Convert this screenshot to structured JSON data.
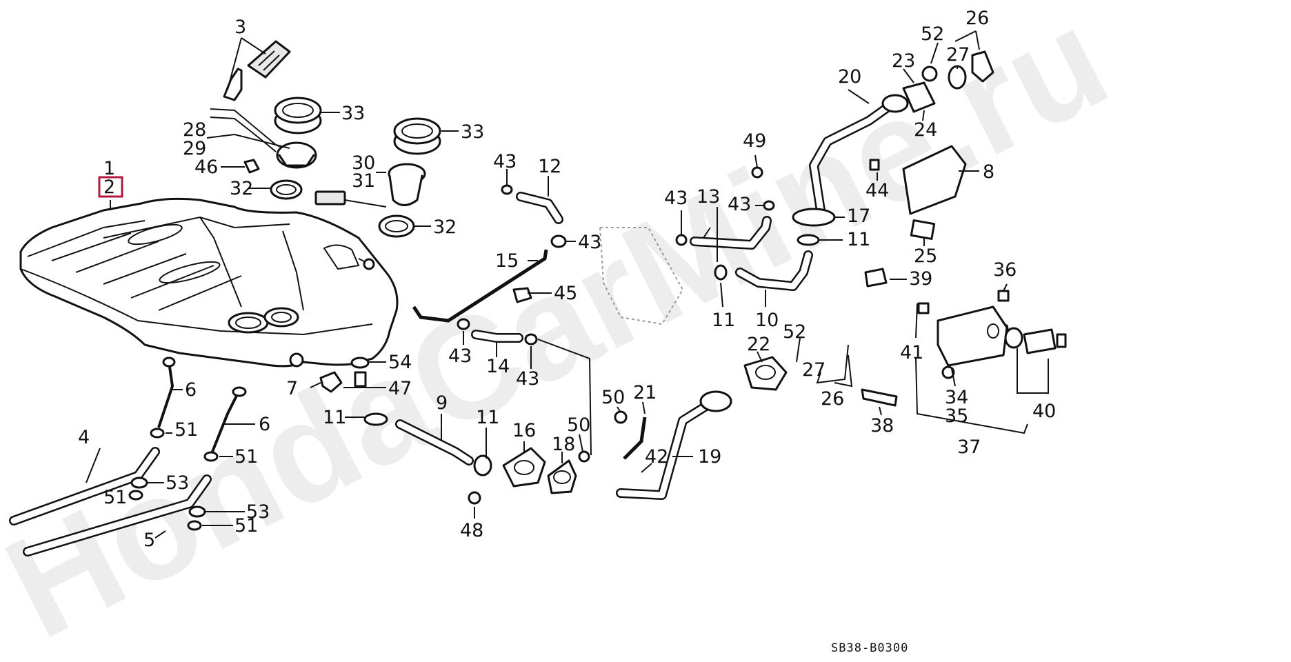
{
  "diagram": {
    "watermark": "HondaCarMine.ru",
    "code": "SB38-B0300",
    "highlight_color": "#b0193a",
    "labels": [
      {
        "id": "l1",
        "text": "1"
      },
      {
        "id": "l2",
        "text": "2"
      },
      {
        "id": "l3",
        "text": "3"
      },
      {
        "id": "l4",
        "text": "4"
      },
      {
        "id": "l5",
        "text": "5"
      },
      {
        "id": "l6a",
        "text": "6"
      },
      {
        "id": "l6b",
        "text": "6"
      },
      {
        "id": "l7",
        "text": "7"
      },
      {
        "id": "l8",
        "text": "8"
      },
      {
        "id": "l9",
        "text": "9"
      },
      {
        "id": "l10",
        "text": "10"
      },
      {
        "id": "l11a",
        "text": "11"
      },
      {
        "id": "l11b",
        "text": "11"
      },
      {
        "id": "l11c",
        "text": "11"
      },
      {
        "id": "l11d",
        "text": "11"
      },
      {
        "id": "l12",
        "text": "12"
      },
      {
        "id": "l13",
        "text": "13"
      },
      {
        "id": "l14",
        "text": "14"
      },
      {
        "id": "l15",
        "text": "15"
      },
      {
        "id": "l16",
        "text": "16"
      },
      {
        "id": "l17",
        "text": "17"
      },
      {
        "id": "l18",
        "text": "18"
      },
      {
        "id": "l19",
        "text": "19"
      },
      {
        "id": "l20",
        "text": "20"
      },
      {
        "id": "l21",
        "text": "21"
      },
      {
        "id": "l22",
        "text": "22"
      },
      {
        "id": "l23",
        "text": "23"
      },
      {
        "id": "l24",
        "text": "24"
      },
      {
        "id": "l25",
        "text": "25"
      },
      {
        "id": "l26a",
        "text": "26"
      },
      {
        "id": "l26b",
        "text": "26"
      },
      {
        "id": "l27a",
        "text": "27"
      },
      {
        "id": "l27b",
        "text": "27"
      },
      {
        "id": "l28",
        "text": "28"
      },
      {
        "id": "l29",
        "text": "29"
      },
      {
        "id": "l30",
        "text": "30"
      },
      {
        "id": "l31",
        "text": "31"
      },
      {
        "id": "l32a",
        "text": "32"
      },
      {
        "id": "l32b",
        "text": "32"
      },
      {
        "id": "l33a",
        "text": "33"
      },
      {
        "id": "l33b",
        "text": "33"
      },
      {
        "id": "l34",
        "text": "34"
      },
      {
        "id": "l35",
        "text": "35"
      },
      {
        "id": "l36",
        "text": "36"
      },
      {
        "id": "l37",
        "text": "37"
      },
      {
        "id": "l38",
        "text": "38"
      },
      {
        "id": "l39",
        "text": "39"
      },
      {
        "id": "l40",
        "text": "40"
      },
      {
        "id": "l41",
        "text": "41"
      },
      {
        "id": "l42",
        "text": "42"
      },
      {
        "id": "l43a",
        "text": "43"
      },
      {
        "id": "l43b",
        "text": "43"
      },
      {
        "id": "l43c",
        "text": "43"
      },
      {
        "id": "l43d",
        "text": "43"
      },
      {
        "id": "l43e",
        "text": "43"
      },
      {
        "id": "l43f",
        "text": "43"
      },
      {
        "id": "l44",
        "text": "44"
      },
      {
        "id": "l45",
        "text": "45"
      },
      {
        "id": "l46",
        "text": "46"
      },
      {
        "id": "l47",
        "text": "47"
      },
      {
        "id": "l48",
        "text": "48"
      },
      {
        "id": "l49",
        "text": "49"
      },
      {
        "id": "l50a",
        "text": "50"
      },
      {
        "id": "l50b",
        "text": "50"
      },
      {
        "id": "l51a",
        "text": "51"
      },
      {
        "id": "l51b",
        "text": "51"
      },
      {
        "id": "l51c",
        "text": "51"
      },
      {
        "id": "l51d",
        "text": "51"
      },
      {
        "id": "l52a",
        "text": "52"
      },
      {
        "id": "l52b",
        "text": "52"
      },
      {
        "id": "l53a",
        "text": "53"
      },
      {
        "id": "l53b",
        "text": "53"
      },
      {
        "id": "l54",
        "text": "54"
      }
    ]
  }
}
